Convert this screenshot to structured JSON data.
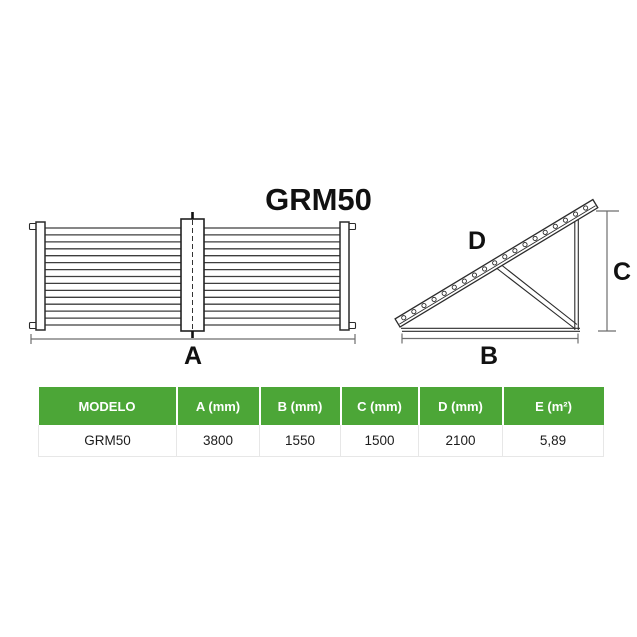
{
  "title": "GRM50",
  "front_view": {
    "dim_label": "A"
  },
  "side_view": {
    "dim_label_base": "B",
    "dim_label_height": "C",
    "dim_label_slope": "D"
  },
  "table": {
    "headers": [
      "MODELO",
      "A (mm)",
      "B (mm)",
      "C (mm)",
      "D (mm)",
      "E (m²)"
    ],
    "rows": [
      {
        "modelo": "GRM50",
        "a_mm": "3800",
        "b_mm": "1550",
        "c_mm": "1500",
        "d_mm": "2100",
        "e_m2": "5,89"
      }
    ]
  },
  "colors": {
    "table_header_bg": "#4CA637",
    "table_header_text": "#FFFFFF",
    "diagram_line": "#2B2B2B",
    "dimension_line": "#6E6E6E"
  }
}
